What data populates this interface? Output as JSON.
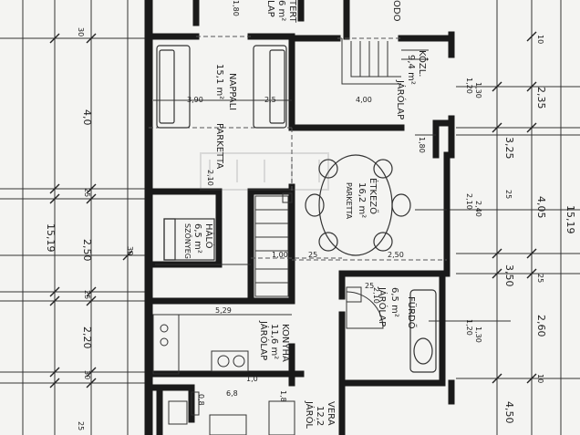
{
  "rooms": {
    "nappali": {
      "name": "NAPPALI",
      "area": "15,1 m²",
      "floor": "PARKETTA",
      "dims": "3,90"
    },
    "etkezo": {
      "name": "ÉTKEZŐ",
      "area": "16,2 m²",
      "floor": "PARKETTA"
    },
    "kozl": {
      "name": "KÖZL.",
      "area": "9,4 m²",
      "floor": "JÁRÓLAP",
      "dims": "4,00"
    },
    "halo": {
      "name": "HÁLÓ",
      "area": "6,5 m²",
      "floor": "SZŐNYEG"
    },
    "konyha": {
      "name": "KONYHA",
      "area": "11,6 m²",
      "floor": "JÁRÓLAP",
      "dims": "5,29"
    },
    "furdo": {
      "name": "FÜRDŐ",
      "area": "6,5 m²",
      "floor": "JÁRÓLAP"
    },
    "veranda": {
      "name": "VERA",
      "area": "12,2",
      "floor": "JÁRÓL"
    },
    "top": {
      "a": "TERT",
      "b": "6 m²",
      "c": "LAP",
      "d": "ODO"
    }
  },
  "dims_left": {
    "total": "15,19",
    "segments": [
      "4,0",
      "25",
      "2,50",
      "25",
      "2,20",
      "30"
    ],
    "small": [
      "30",
      "30",
      "25"
    ]
  },
  "dims_right": {
    "total": "15,19",
    "segments": [
      "2,35",
      "3,25",
      "4,05",
      "3,50",
      "2,60",
      "4,50"
    ],
    "small": [
      "10",
      "25",
      "25",
      "10"
    ],
    "inner": [
      "2,10",
      "2,40",
      "1,20",
      "1,30",
      "1,20",
      "1,30"
    ]
  },
  "interior_dims": [
    "1,80",
    "2,10",
    "1,00",
    "2,5",
    "2,50",
    "1,80",
    "2,10",
    "25",
    "6,8",
    "1,0",
    "0,8",
    "25",
    "1,8"
  ]
}
